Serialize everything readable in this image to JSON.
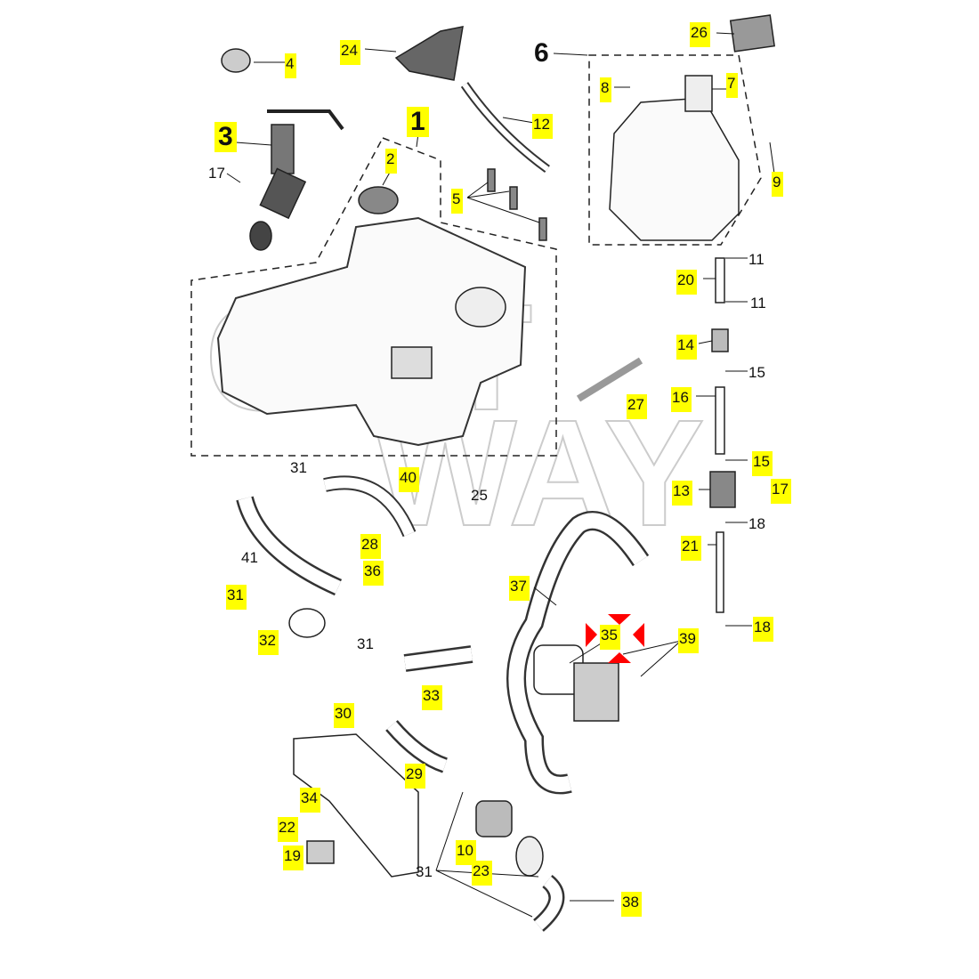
{
  "diagram": {
    "title": "Fuel tank assembly exploded parts diagram",
    "highlight_color": "#ffff00",
    "marker_color": "#ff0000",
    "watermark": "GOTWAY",
    "callouts": {
      "c1": "1",
      "c2": "2",
      "c3": "3",
      "c4": "4",
      "c5": "5",
      "c6": "6",
      "c7": "7",
      "c8": "8",
      "c9": "9",
      "c10": "10",
      "c11a": "11",
      "c11b": "11",
      "c12": "12",
      "c13": "13",
      "c14": "14",
      "c15a": "15",
      "c15b": "15",
      "c16": "16",
      "c17a": "17",
      "c17b": "17",
      "c18a": "18",
      "c18b": "18",
      "c19": "19",
      "c20": "20",
      "c21": "21",
      "c22": "22",
      "c23": "23",
      "c24": "24",
      "c25": "25",
      "c26": "26",
      "c27": "27",
      "c28": "28",
      "c29": "29",
      "c30": "30",
      "c31a": "31",
      "c31b": "31",
      "c31c": "31",
      "c31d": "31",
      "c32": "32",
      "c33": "33",
      "c34": "34",
      "c35": "35",
      "c36": "36",
      "c37": "37",
      "c38": "38",
      "c39": "39",
      "c40": "40",
      "c41": "41"
    }
  }
}
